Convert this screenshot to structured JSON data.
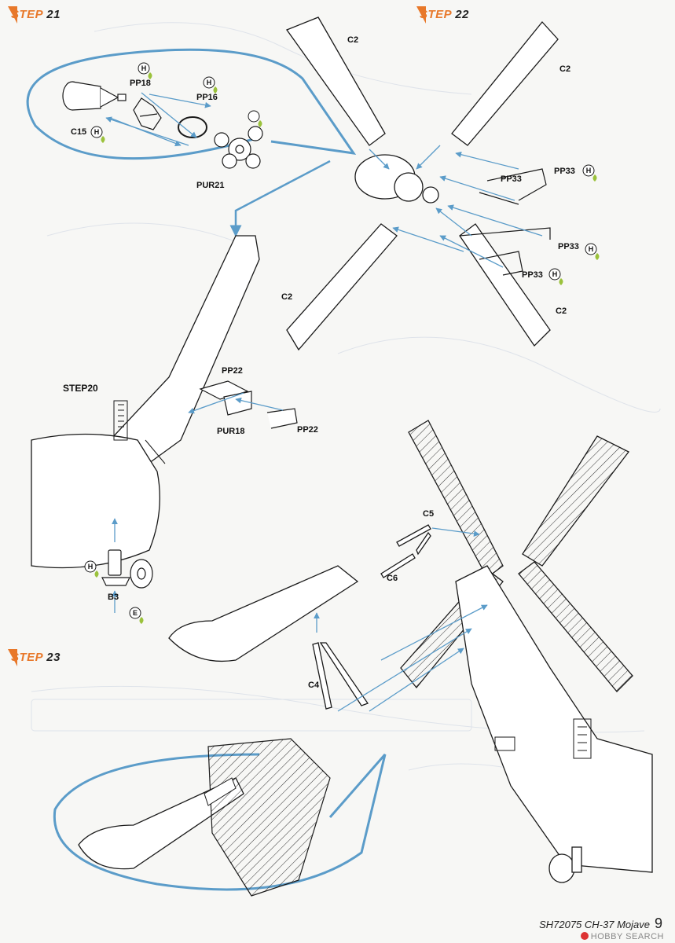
{
  "steps": {
    "step21": {
      "prefix": "STEP",
      "number": "21"
    },
    "step22": {
      "prefix": "STEP",
      "number": "22"
    },
    "step23": {
      "prefix": "STEP",
      "number": "23"
    },
    "step20_ref": "STEP20"
  },
  "parts": {
    "pp18": "PP18",
    "pp16": "PP16",
    "c15": "C15",
    "pur21": "PUR21",
    "c2_top": "C2",
    "c2_right": "C2",
    "c2_left": "C2",
    "c2_bottom_right": "C2",
    "pp33_a": "PP33",
    "pp33_b": "PP33",
    "pp33_c": "PP33",
    "pp33_d": "PP33",
    "pp22_top": "PP22",
    "pp22_right": "PP22",
    "pur18": "PUR18",
    "b3": "B3",
    "c5": "C5",
    "c6": "C6",
    "c4": "C4"
  },
  "glue_markers": {
    "hard": "H",
    "epoxy": "E"
  },
  "footer": {
    "code": "SH72075 CH-37 Mojave",
    "page": "9"
  },
  "watermark": {
    "text": "HOBBY SEARCH"
  },
  "colors": {
    "accent": "#e8782a",
    "callout": "#5b9cc9",
    "glue": "#9bc23c",
    "ink": "#1a1a1a"
  }
}
